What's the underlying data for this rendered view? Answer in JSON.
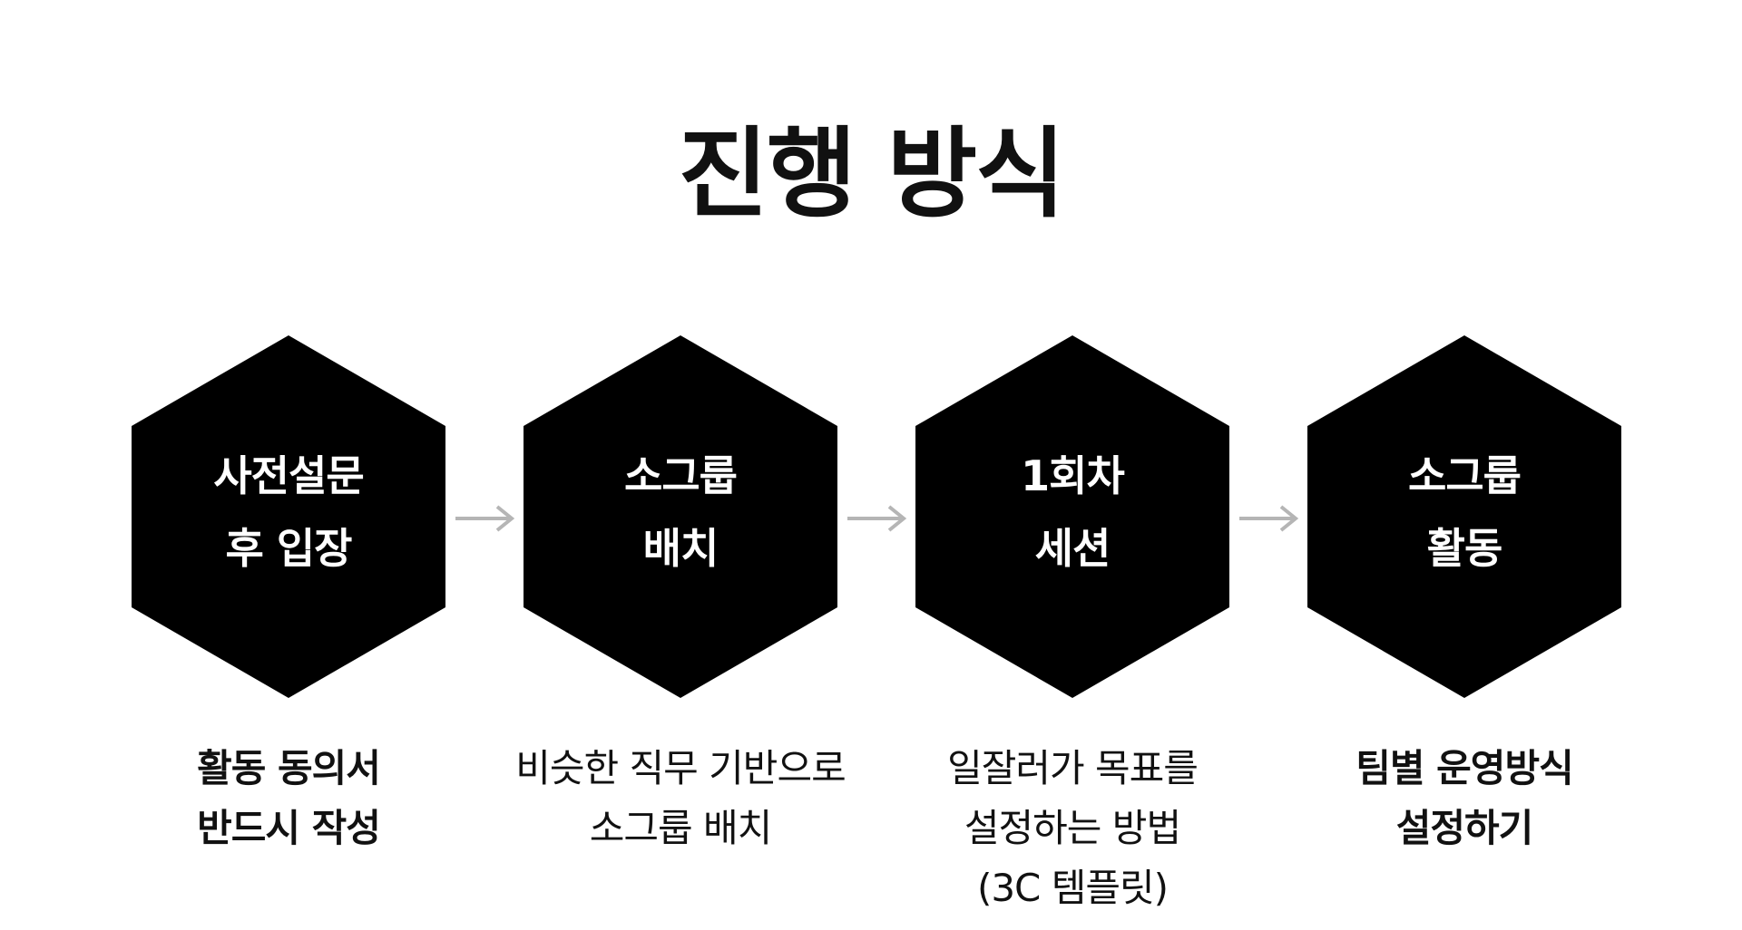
{
  "title": "진행 방식",
  "colors": {
    "hexagon": "#000000",
    "hexagon_text": "#ffffff",
    "arrow": "#b5b5b5",
    "text": "#111111"
  },
  "steps": [
    {
      "label_lines": [
        "사전설문",
        "후 입장"
      ],
      "desc_lines": [
        "활동 동의서",
        "반드시 작성"
      ]
    },
    {
      "label_lines": [
        "소그룹",
        "배치"
      ],
      "desc_lines": [
        "비슷한 직무 기반으로",
        "소그룹 배치"
      ]
    },
    {
      "label_lines": [
        "1회차",
        "세션"
      ],
      "desc_lines": [
        "일잘러가 목표를",
        "설정하는 방법",
        "(3C 템플릿)"
      ]
    },
    {
      "label_lines": [
        "소그룹",
        "활동"
      ],
      "desc_lines": [
        "팀별 운영방식",
        "설정하기"
      ]
    }
  ],
  "icons": {
    "arrow": "arrow-right-icon",
    "hexagon": "hexagon-shape"
  }
}
